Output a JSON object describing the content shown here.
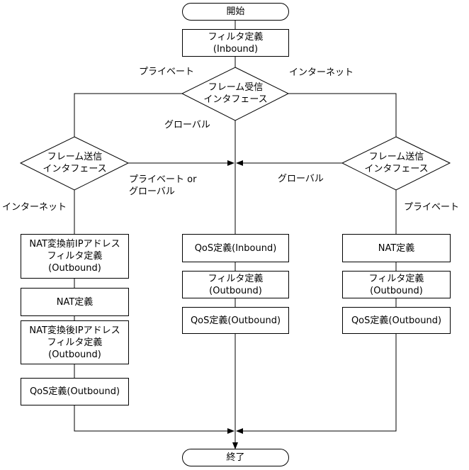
{
  "diagram": {
    "type": "flowchart",
    "colors": {
      "line": "#000000",
      "fill": "#ffffff",
      "text": "#000000"
    },
    "nodes": {
      "start": {
        "kind": "terminal",
        "text": "開始"
      },
      "filter_inbound": {
        "kind": "process",
        "lines": [
          "フィルタ定義",
          "(Inbound)"
        ]
      },
      "recv_if": {
        "kind": "decision",
        "lines": [
          "フレーム受信",
          "インタフェース"
        ]
      },
      "send_if_left": {
        "kind": "decision",
        "lines": [
          "フレーム送信",
          "インタフェース"
        ]
      },
      "send_if_right": {
        "kind": "decision",
        "lines": [
          "フレーム送信",
          "インタフェース"
        ]
      },
      "left_1": {
        "kind": "process",
        "lines": [
          "NAT変換前IPアドレス",
          "フィルタ定義",
          "(Outbound)"
        ]
      },
      "left_2": {
        "kind": "process",
        "lines": [
          "NAT定義"
        ]
      },
      "left_3": {
        "kind": "process",
        "lines": [
          "NAT変換後IPアドレス",
          "フィルタ定義",
          "(Outbound)"
        ]
      },
      "left_4": {
        "kind": "process",
        "lines": [
          "QoS定義(Outbound)"
        ]
      },
      "center_1": {
        "kind": "process",
        "lines": [
          "QoS定義(Inbound)"
        ]
      },
      "center_2": {
        "kind": "process",
        "lines": [
          "フィルタ定義",
          "(Outbound)"
        ]
      },
      "center_3": {
        "kind": "process",
        "lines": [
          "QoS定義(Outbound)"
        ]
      },
      "right_1": {
        "kind": "process",
        "lines": [
          "NAT定義"
        ]
      },
      "right_2": {
        "kind": "process",
        "lines": [
          "フィルタ定義",
          "(Outbound)"
        ]
      },
      "right_3": {
        "kind": "process",
        "lines": [
          "QoS定義(Outbound)"
        ]
      },
      "end": {
        "kind": "terminal",
        "text": "終了"
      }
    },
    "edge_labels": {
      "recv_private": "プライベート",
      "recv_internet": "インターネット",
      "recv_global": "グローバル",
      "left_private_or_global_1": "プライベート or",
      "left_private_or_global_2": "グローバル",
      "left_internet": "インターネット",
      "right_global": "グローバル",
      "right_private": "プライベート"
    }
  }
}
